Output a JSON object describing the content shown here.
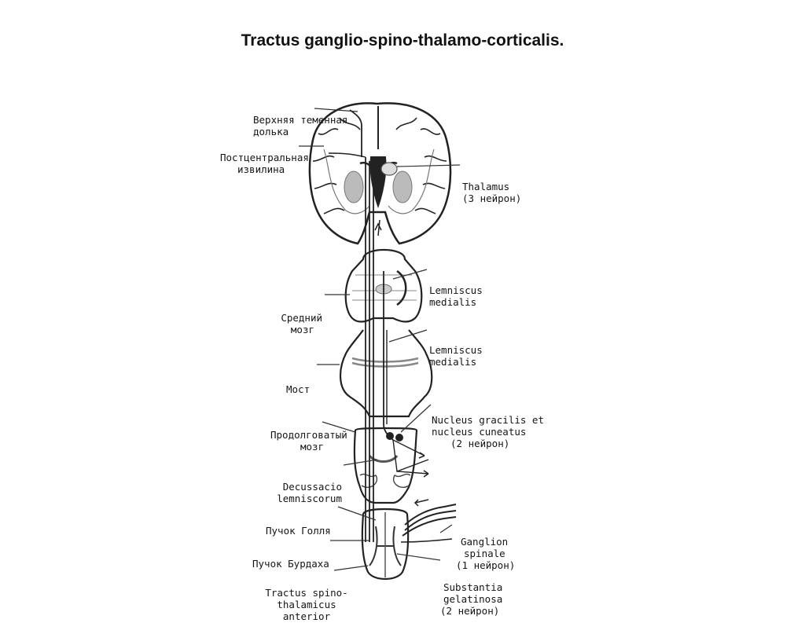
{
  "title": "Tractus ganglio-spino-thalamo-corticalis.",
  "labels": {
    "upper_parietal": [
      "Верхняя теменная",
      "долька"
    ],
    "postcentral": [
      "Постцентральная",
      "извилина"
    ],
    "thalamus": [
      "Thalamus",
      "(3 нейрон)"
    ],
    "lemniscus1": [
      "Lemniscus",
      "medialis"
    ],
    "midbrain": [
      "Средний",
      "мозг"
    ],
    "lemniscus2": [
      "Lemniscus",
      "medialis"
    ],
    "pons": [
      "Мост"
    ],
    "nucleus": [
      "Nucleus gracilis et",
      "nucleus cuneatus",
      "(2 нейрон)"
    ],
    "medulla": [
      "Продолговатый",
      "мозг"
    ],
    "decussatio": [
      "Decussacio",
      "lemniscorum"
    ],
    "goll": [
      "Пучок Голля"
    ],
    "burdach": [
      "Пучок Бурдаха"
    ],
    "ganglion": [
      "Ganglion",
      "spinale",
      "(1 нейрон)"
    ],
    "tractus": [
      "Tractus spino-",
      "thalamicus",
      "anterior"
    ],
    "substantia": [
      "Substantia",
      "gelatinosa",
      "(2 нейрон)"
    ]
  }
}
